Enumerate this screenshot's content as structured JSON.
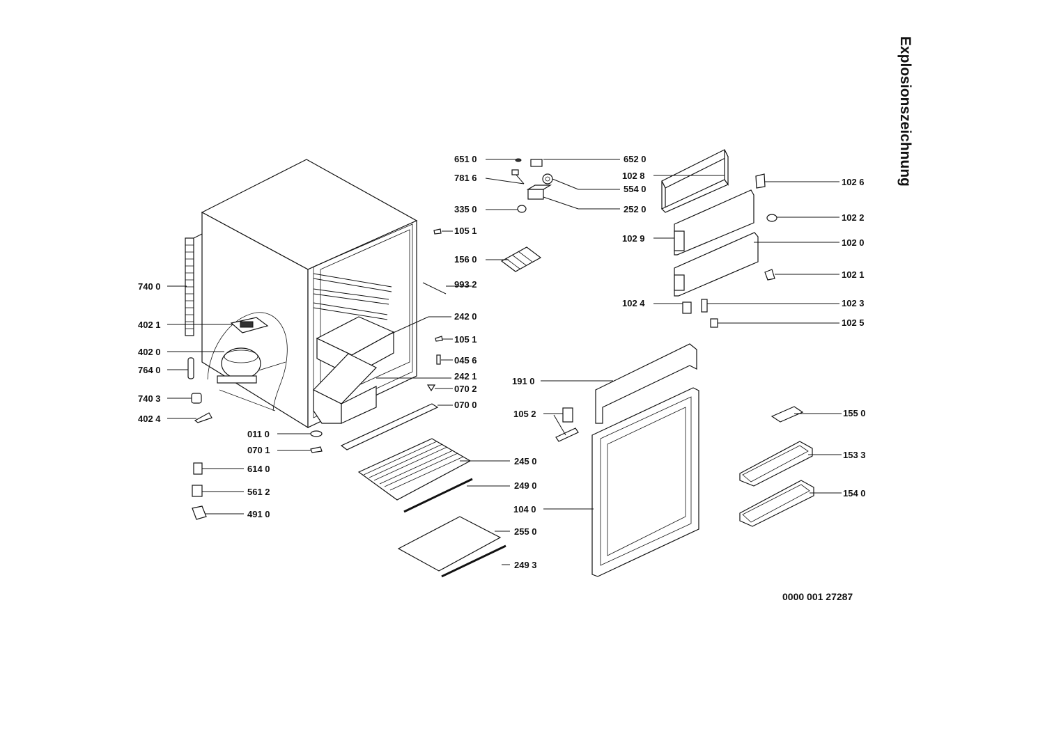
{
  "title": "Explosionszeichnung",
  "document_number": "0000 001 27287",
  "parts": {
    "p6510": "651 0",
    "p6520": "652 0",
    "p7816": "781 6",
    "p5540": "554 0",
    "p3350": "335 0",
    "p2520": "252 0",
    "p1051a": "105 1",
    "p1560": "156 0",
    "p9932": "993 2",
    "p2420": "242 0",
    "p1051b": "105 1",
    "p0456": "045 6",
    "p2421": "242 1",
    "p0702": "070 2",
    "p0700": "070 0",
    "p0110": "011 0",
    "p0701": "070 1",
    "p2450": "245 0",
    "p2490": "249 0",
    "p2550": "255 0",
    "p2493": "249 3",
    "p7400": "740 0",
    "p4021": "402 1",
    "p4020": "402 0",
    "p7640": "764 0",
    "p7403": "740 3",
    "p4024": "402 4",
    "p6140": "614 0",
    "p5612": "561 2",
    "p4910": "491 0",
    "p1028": "102 8",
    "p1026": "102 6",
    "p1022": "102 2",
    "p1029": "102 9",
    "p1020": "102 0",
    "p1021": "102 1",
    "p1024": "102 4",
    "p1023": "102 3",
    "p1025": "102 5",
    "p1910": "191 0",
    "p1052": "105 2",
    "p1040": "104 0",
    "p1550": "155 0",
    "p1533": "153 3",
    "p1540": "154 0"
  }
}
